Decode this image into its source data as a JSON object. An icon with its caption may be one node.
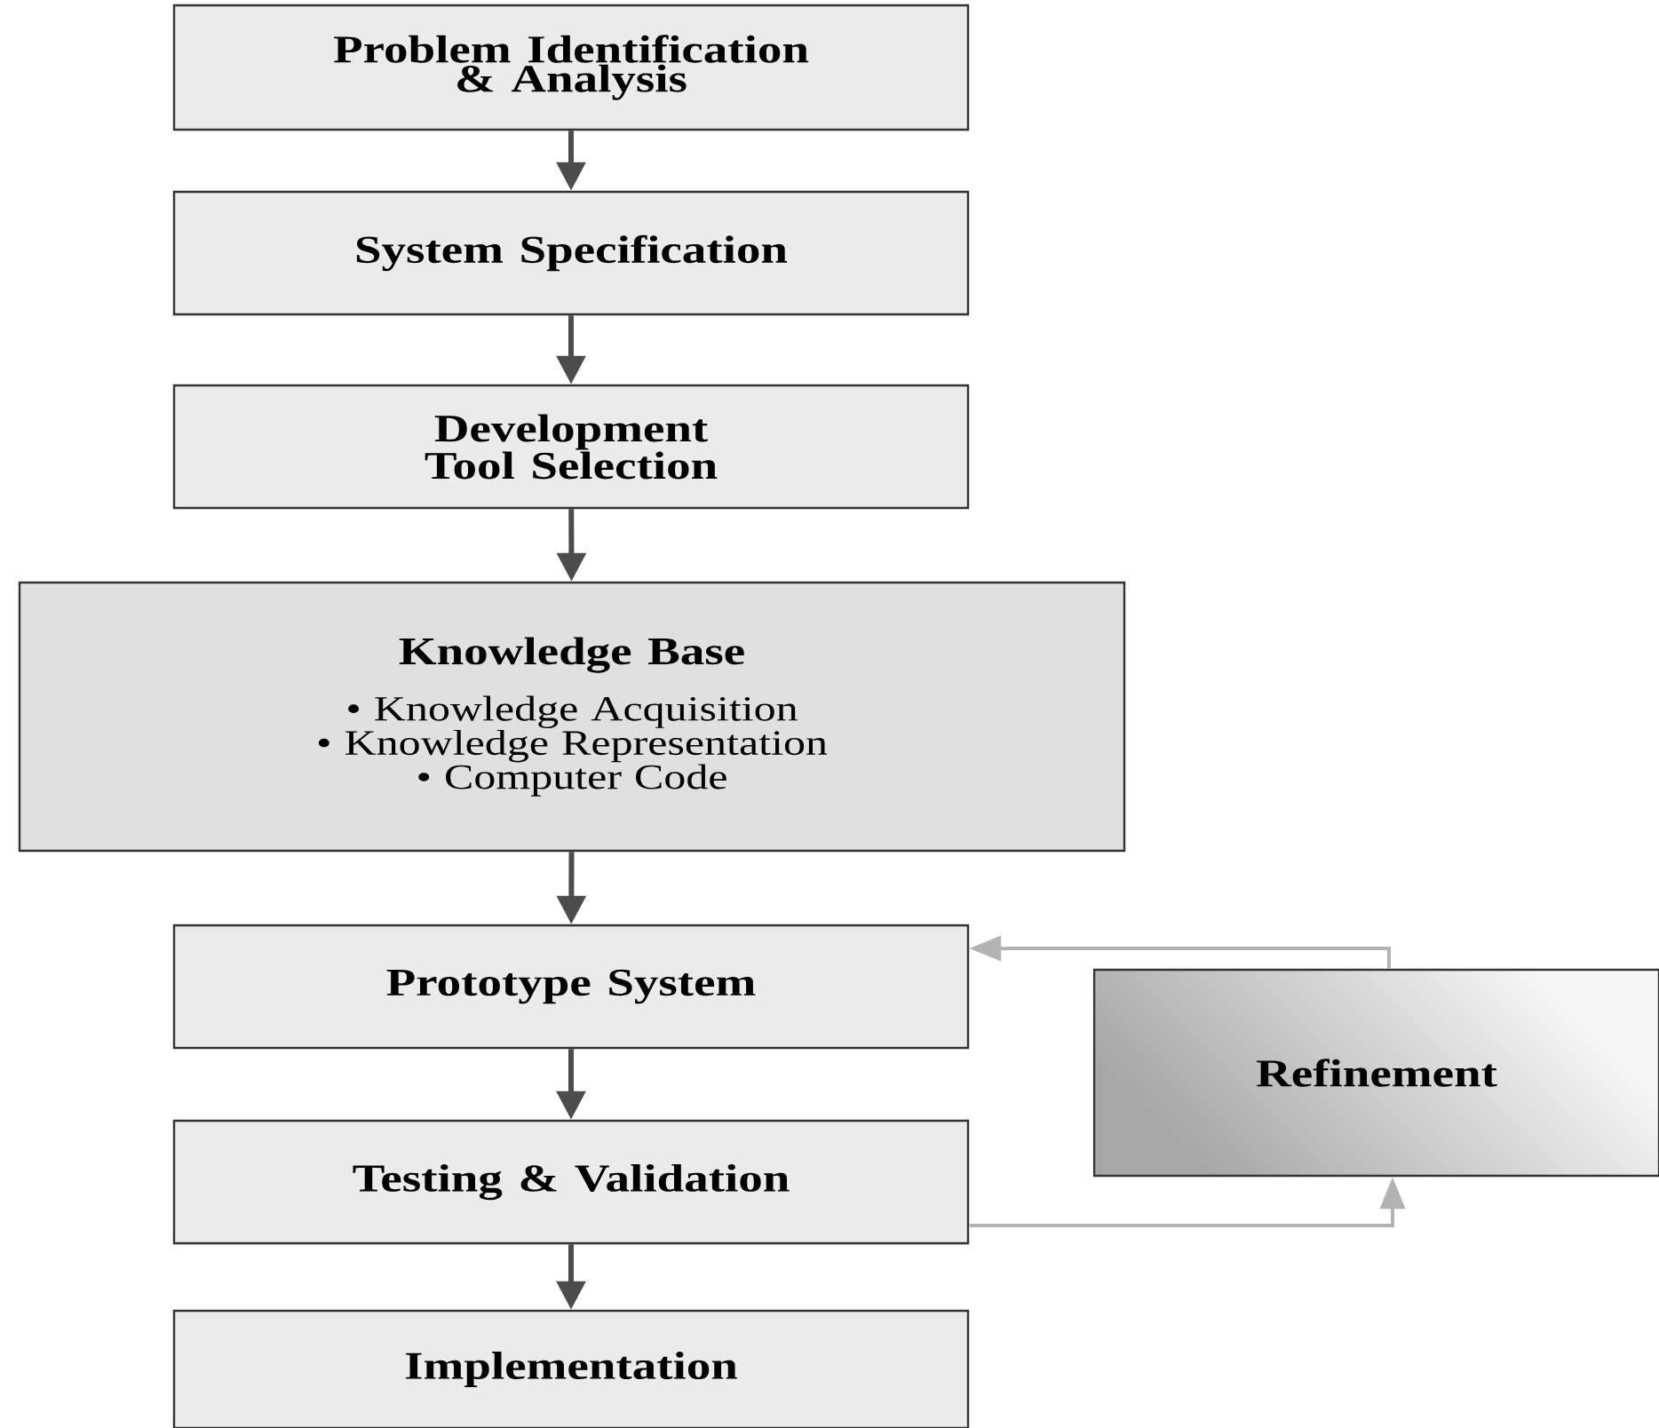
{
  "diagram": {
    "nodes": [
      {
        "text": [
          "Problem Identification & Analysis"
        ]
      },
      {
        "text": [
          "System Specification"
        ]
      },
      {
        "text": [
          "Development Tool Selection"
        ]
      },
      {
        "text": [
          "Knowledge Base",
          "• Knowledge Acquisition",
          "• Knowledge Representation",
          "• Computer Code"
        ]
      },
      {
        "text": [
          "Prototype System"
        ]
      },
      {
        "text": [
          "Testing & Validation"
        ]
      },
      {
        "text": [
          "Implementation"
        ]
      },
      {
        "text": [
          "Refinement"
        ]
      }
    ],
    "edges": [
      {
        "from": 0,
        "to": 1,
        "arrow": "to"
      },
      {
        "from": 1,
        "to": 2,
        "arrow": "to"
      },
      {
        "from": 2,
        "to": 3,
        "arrow": "to"
      },
      {
        "from": 3,
        "to": 4,
        "arrow": "to"
      },
      {
        "from": 4,
        "to": 5,
        "arrow": "to"
      },
      {
        "from": 5,
        "to": 6,
        "arrow": "to"
      },
      {
        "from": 5,
        "to": 7,
        "arrow": "to",
        "color": "#b3b3b3"
      },
      {
        "from": 7,
        "to": 4,
        "arrow": "to",
        "color": "#b3b3b3"
      }
    ]
  }
}
